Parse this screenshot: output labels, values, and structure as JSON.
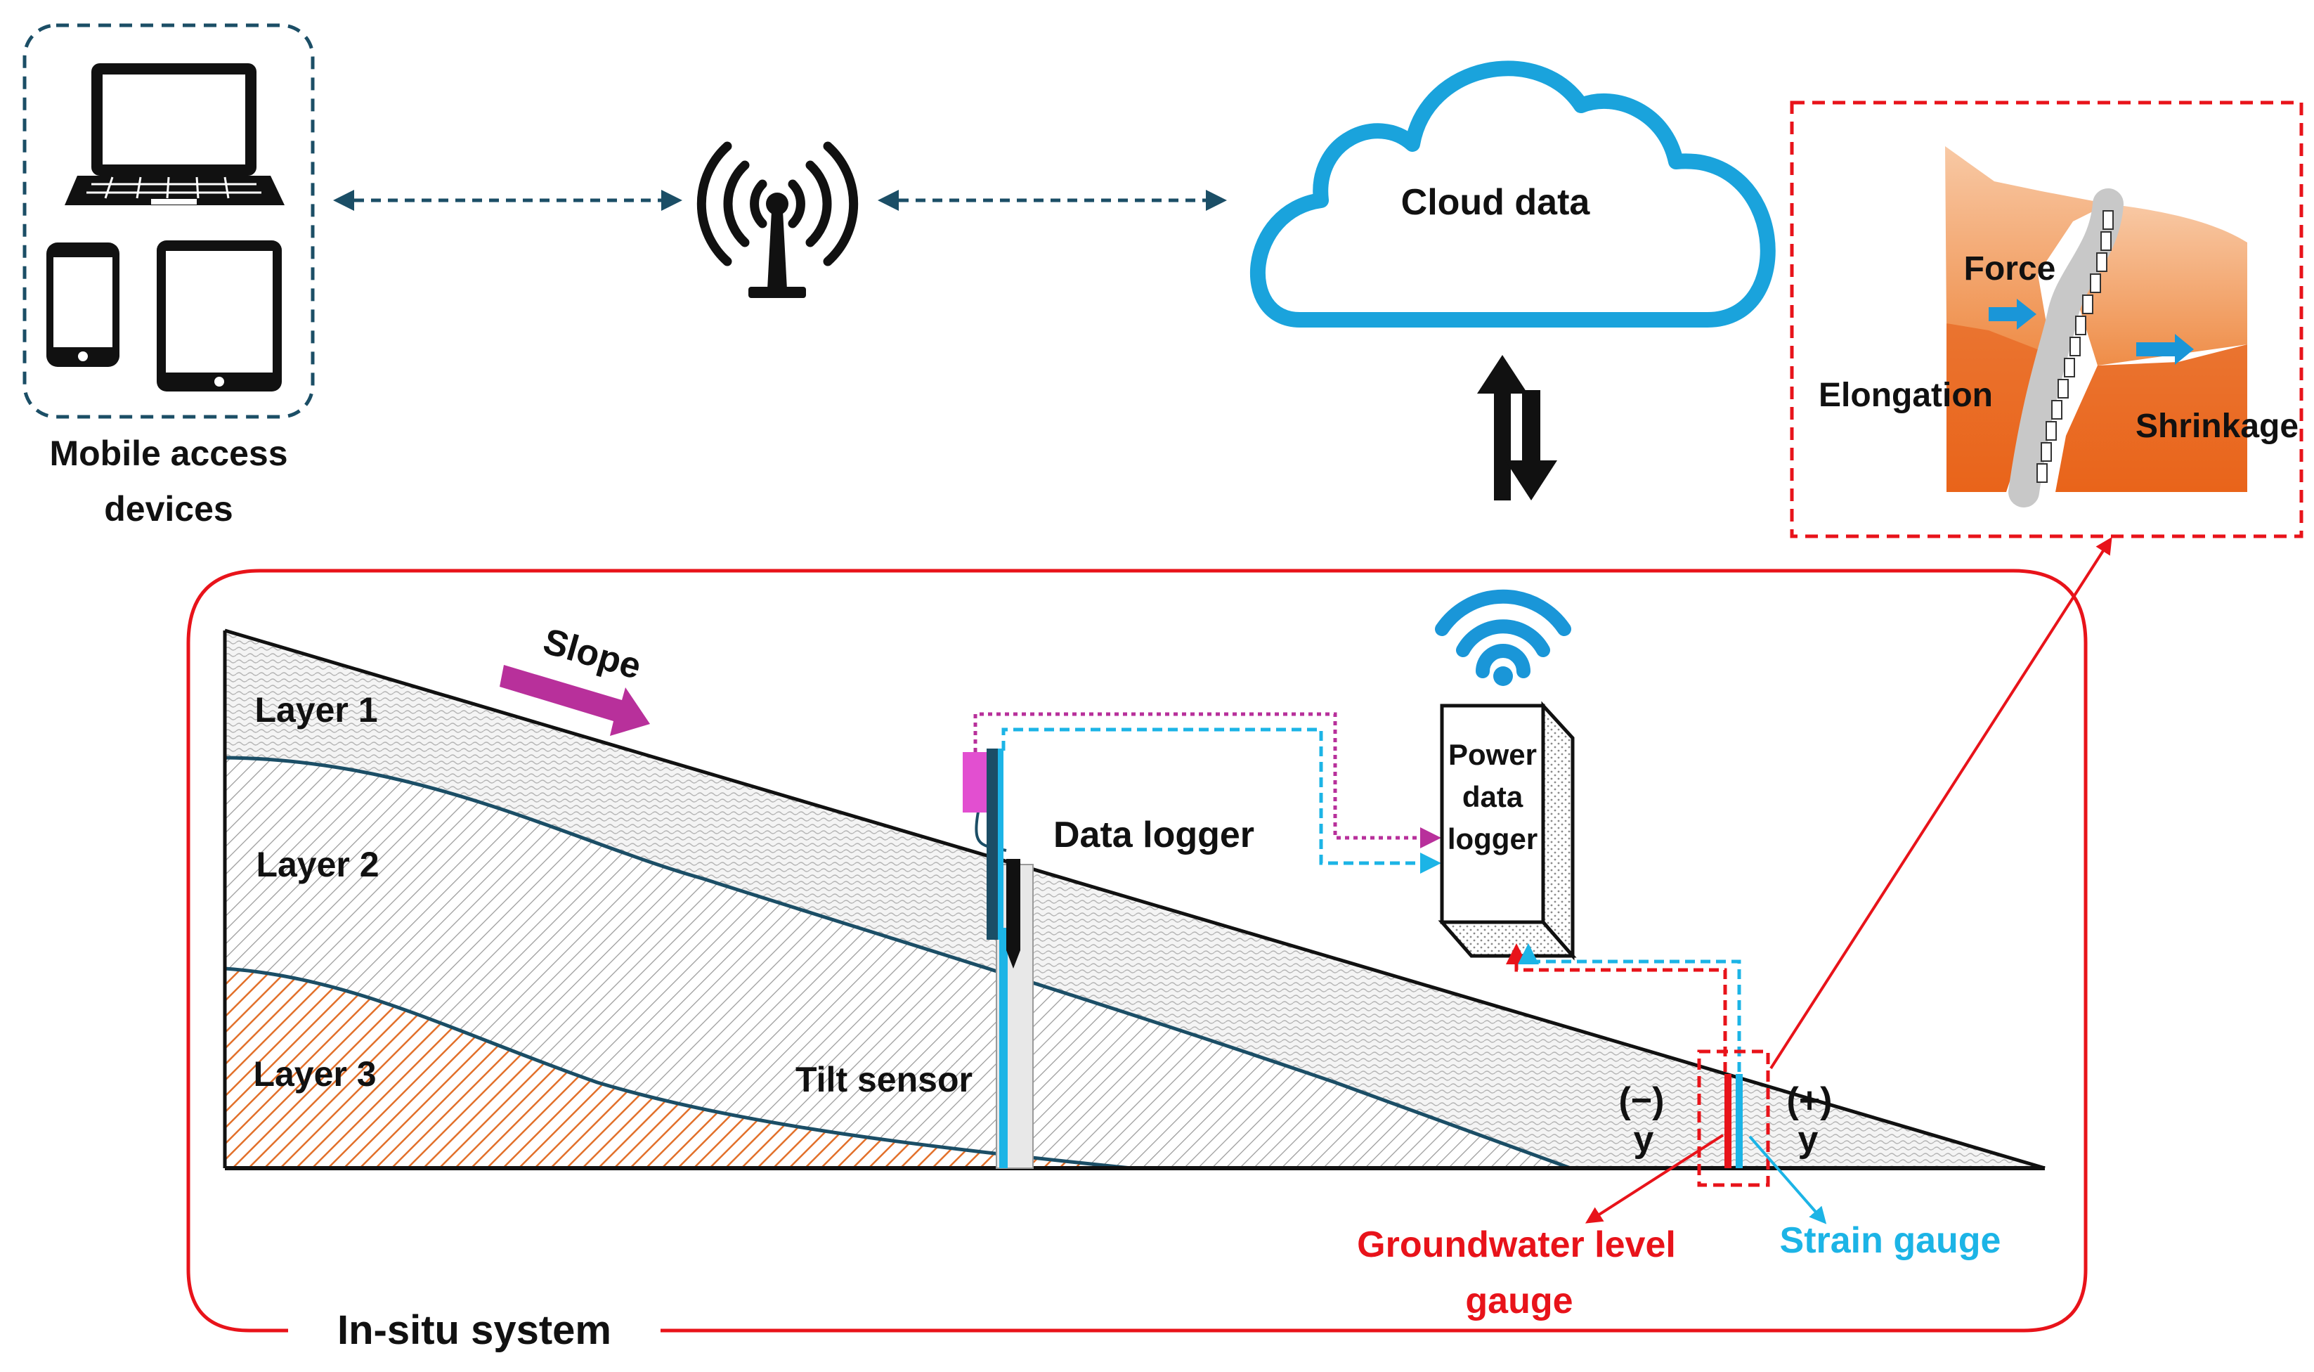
{
  "devices": {
    "label_line1": "Mobile access",
    "label_line2": "devices"
  },
  "cloud": {
    "label": "Cloud data"
  },
  "inset": {
    "force_label": "Force",
    "elongation_label": "Elongation",
    "shrinkage_label": "Shrinkage"
  },
  "slope": {
    "slope_label": "Slope",
    "layer1": "Layer 1",
    "layer2": "Layer 2",
    "layer3": "Layer 3",
    "data_logger_label": "Data logger",
    "tilt_sensor_label": "Tilt sensor",
    "power_logger_line1": "Power",
    "power_logger_line2": "data",
    "power_logger_line3": "logger",
    "neg_sign": "(−)",
    "neg_y": "y",
    "pos_sign": "(+)",
    "pos_y": "y",
    "groundwater_line1": "Groundwater level",
    "groundwater_line2": "gauge",
    "strain_gauge_label": "Strain gauge"
  },
  "system": {
    "label": "In-situ system"
  },
  "colors": {
    "cloud_stroke": "#1aa3dc",
    "wifi": "#1a96d8",
    "red": "#e8131a",
    "cyan": "#1cb4e6",
    "magenta": "#b8309b",
    "dark_teal": "#1b4e66",
    "orange": "#e2702a"
  }
}
